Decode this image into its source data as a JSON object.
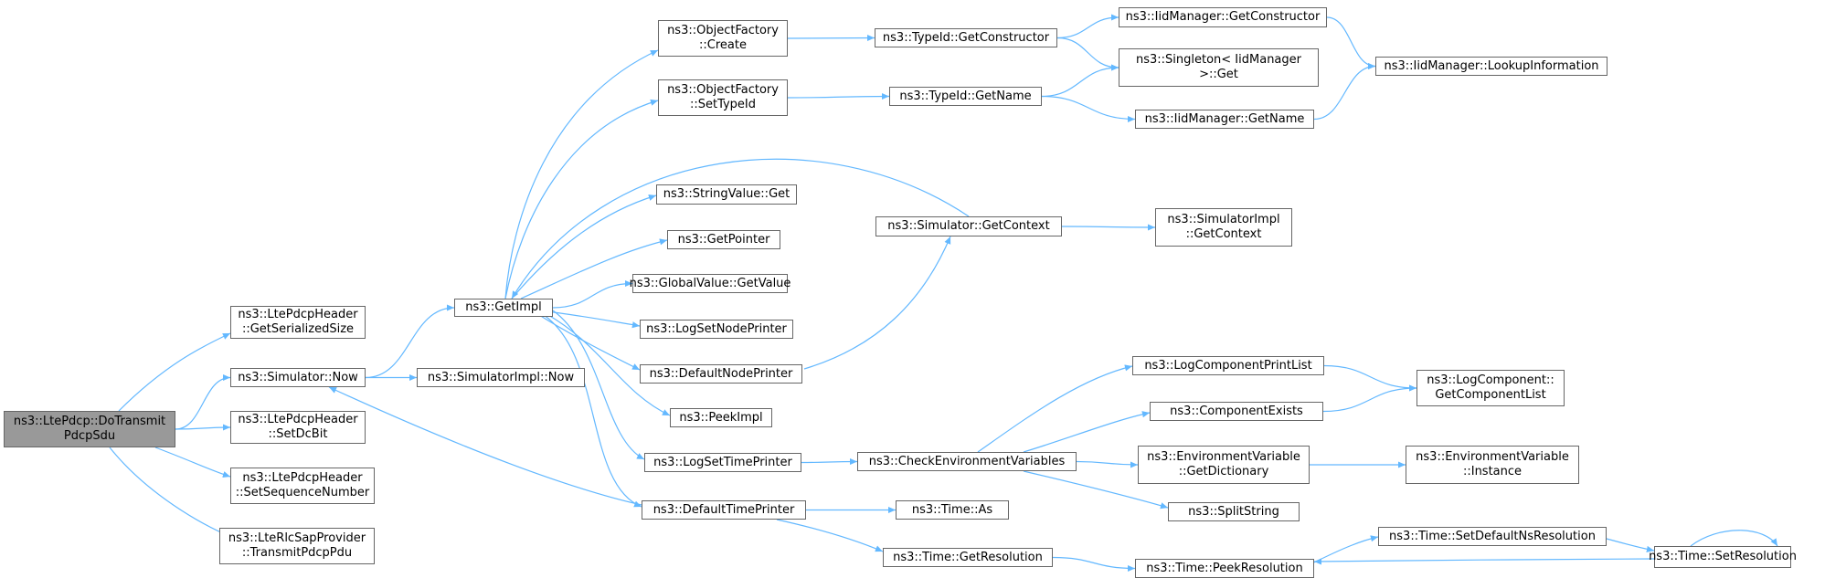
{
  "graph": {
    "edge_color": "#63b8ff",
    "root_fill": "#999999",
    "node_border": "#666666",
    "nodes": [
      {
        "id": "root",
        "label": "ns3::LtePdcp::DoTransmit\nPdcpSdu",
        "root": true
      },
      {
        "id": "getser",
        "label": "ns3::LtePdcpHeader\n::GetSerializedSize"
      },
      {
        "id": "simnow",
        "label": "ns3::Simulator::Now"
      },
      {
        "id": "setdc",
        "label": "ns3::LtePdcpHeader\n::SetDcBit"
      },
      {
        "id": "setseq",
        "label": "ns3::LtePdcpHeader\n::SetSequenceNumber"
      },
      {
        "id": "transmit",
        "label": "ns3::LteRlcSapProvider\n::TransmitPdcpPdu"
      },
      {
        "id": "getimpl",
        "label": "ns3::GetImpl"
      },
      {
        "id": "implnow",
        "label": "ns3::SimulatorImpl::Now"
      },
      {
        "id": "ofcreate",
        "label": "ns3::ObjectFactory\n::Create"
      },
      {
        "id": "ofsettype",
        "label": "ns3::ObjectFactory\n::SetTypeId"
      },
      {
        "id": "strget",
        "label": "ns3::StringValue::Get"
      },
      {
        "id": "getptr",
        "label": "ns3::GetPointer"
      },
      {
        "id": "gvget",
        "label": "ns3::GlobalValue::GetValue"
      },
      {
        "id": "lognode",
        "label": "ns3::LogSetNodePrinter"
      },
      {
        "id": "defnode",
        "label": "ns3::DefaultNodePrinter"
      },
      {
        "id": "peekimpl",
        "label": "ns3::PeekImpl"
      },
      {
        "id": "logtime",
        "label": "ns3::LogSetTimePrinter"
      },
      {
        "id": "deftime",
        "label": "ns3::DefaultTimePrinter"
      },
      {
        "id": "tidctor",
        "label": "ns3::TypeId::GetConstructor"
      },
      {
        "id": "tidname",
        "label": "ns3::TypeId::GetName"
      },
      {
        "id": "simctx",
        "label": "ns3::Simulator::GetContext"
      },
      {
        "id": "checkenv",
        "label": "ns3::CheckEnvironmentVariables"
      },
      {
        "id": "timeas",
        "label": "ns3::Time::As"
      },
      {
        "id": "timegetres",
        "label": "ns3::Time::GetResolution"
      },
      {
        "id": "iidctor",
        "label": "ns3::IidManager::GetConstructor"
      },
      {
        "id": "singleton",
        "label": "ns3::Singleton< IidManager\n>::Get"
      },
      {
        "id": "iidname",
        "label": "ns3::IidManager::GetName"
      },
      {
        "id": "implctx",
        "label": "ns3::SimulatorImpl\n::GetContext"
      },
      {
        "id": "logprint",
        "label": "ns3::LogComponentPrintList"
      },
      {
        "id": "compexists",
        "label": "ns3::ComponentExists"
      },
      {
        "id": "envdict",
        "label": "ns3::EnvironmentVariable\n::GetDictionary"
      },
      {
        "id": "split",
        "label": "ns3::SplitString"
      },
      {
        "id": "peekres",
        "label": "ns3::Time::PeekResolution"
      },
      {
        "id": "iidlookup",
        "label": "ns3::IidManager::LookupInformation"
      },
      {
        "id": "logcomplist",
        "label": "ns3::LogComponent::\nGetComponentList"
      },
      {
        "id": "envinst",
        "label": "ns3::EnvironmentVariable\n::Instance"
      },
      {
        "id": "setdefns",
        "label": "ns3::Time::SetDefaultNsResolution"
      },
      {
        "id": "setres",
        "label": "ns3::Time::SetResolution"
      }
    ],
    "edges": [
      [
        "root",
        "getser"
      ],
      [
        "root",
        "simnow"
      ],
      [
        "root",
        "setdc"
      ],
      [
        "root",
        "setseq"
      ],
      [
        "root",
        "transmit"
      ],
      [
        "simnow",
        "getimpl"
      ],
      [
        "simnow",
        "implnow"
      ],
      [
        "getimpl",
        "ofcreate"
      ],
      [
        "getimpl",
        "ofsettype"
      ],
      [
        "getimpl",
        "strget"
      ],
      [
        "getimpl",
        "getptr"
      ],
      [
        "getimpl",
        "gvget"
      ],
      [
        "getimpl",
        "lognode"
      ],
      [
        "getimpl",
        "defnode"
      ],
      [
        "getimpl",
        "peekimpl"
      ],
      [
        "getimpl",
        "logtime"
      ],
      [
        "getimpl",
        "deftime"
      ],
      [
        "ofcreate",
        "tidctor"
      ],
      [
        "ofsettype",
        "tidname"
      ],
      [
        "tidctor",
        "iidctor"
      ],
      [
        "tidctor",
        "singleton"
      ],
      [
        "tidname",
        "singleton"
      ],
      [
        "tidname",
        "iidname"
      ],
      [
        "iidctor",
        "iidlookup"
      ],
      [
        "iidname",
        "iidlookup"
      ],
      [
        "simctx",
        "getimpl"
      ],
      [
        "simctx",
        "implctx"
      ],
      [
        "defnode",
        "simctx"
      ],
      [
        "logtime",
        "checkenv"
      ],
      [
        "checkenv",
        "logprint"
      ],
      [
        "checkenv",
        "compexists"
      ],
      [
        "checkenv",
        "envdict"
      ],
      [
        "checkenv",
        "split"
      ],
      [
        "logprint",
        "logcomplist"
      ],
      [
        "compexists",
        "logcomplist"
      ],
      [
        "envdict",
        "envinst"
      ],
      [
        "deftime",
        "simnow"
      ],
      [
        "deftime",
        "timeas"
      ],
      [
        "deftime",
        "timegetres"
      ],
      [
        "timegetres",
        "peekres"
      ],
      [
        "peekres",
        "setdefns"
      ],
      [
        "setdefns",
        "setres"
      ],
      [
        "setres",
        "peekres"
      ],
      [
        "setres",
        "setres"
      ]
    ]
  }
}
